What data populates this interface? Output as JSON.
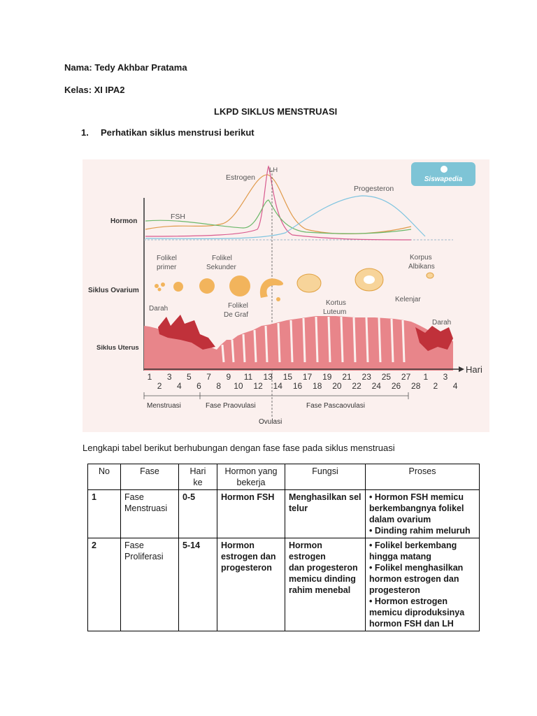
{
  "header": {
    "name": "Nama: Tedy Akhbar Pratama",
    "class": "Kelas: XI IPA2",
    "title": "LKPD SIKLUS MENSTRUASI",
    "question_number": "1.",
    "question": "Perhatikan siklus menstrusi berikut"
  },
  "diagram": {
    "brand": "Siswapedia",
    "row_labels": {
      "hormon": "Hormon",
      "ovarium": "Siklus Ovarium",
      "uterus": "Siklus Uterus"
    },
    "hormones": {
      "estrogen": "Estrogen",
      "lh": "LH",
      "progesteron": "Progesteron",
      "fsh": "FSH"
    },
    "stages": {
      "folikel_primer": [
        "Folikel",
        "primer"
      ],
      "folikel_sekunder": [
        "Folikel",
        "Sekunder"
      ],
      "folikel_de_graf": [
        "Folikel",
        "De Graf"
      ],
      "korpus_luteum": [
        "Kortus",
        "Luteum"
      ],
      "korpus_albikans": [
        "Korpus",
        "Albikans"
      ],
      "darah_left": "Darah",
      "darah_right": "Darah",
      "kelenjar": "Kelenjar"
    },
    "axis_label": "Hari",
    "days_top": [
      "1",
      "3",
      "5",
      "7",
      "9",
      "11",
      "13",
      "15",
      "17",
      "19",
      "21",
      "23",
      "25",
      "27",
      "1",
      "3"
    ],
    "days_bottom": [
      "2",
      "4",
      "6",
      "8",
      "10",
      "12",
      "14",
      "16",
      "18",
      "20",
      "22",
      "24",
      "26",
      "28",
      "2",
      "4"
    ],
    "phases": {
      "menstruasi": "Menstruasi",
      "praovulasi": "Fase Praovulasi",
      "pascaovulasi": "Fase Pascaovulasi",
      "ovulasi": "Ovulasi"
    },
    "colors": {
      "estrogen": "#e09a4a",
      "lh": "#d85a8e",
      "progesteron": "#7ec4e0",
      "fsh": "#6cb86a",
      "uterus": "#e8858a",
      "follicle": "#f2b45c",
      "blood": "#c0313a",
      "background": "#fbf0ee"
    }
  },
  "instruction": "Lengkapi  tabel berikut  berhubungan dengan fase fase  pada siklus menstruasi",
  "table": {
    "headers": {
      "no": "No",
      "fase": "Fase",
      "hari": [
        "Hari",
        "ke"
      ],
      "hormon": [
        "Hormon yang",
        "bekerja"
      ],
      "fungsi": "Fungsi",
      "proses": "Proses"
    },
    "rows": [
      {
        "no": "1",
        "fase": [
          "Fase",
          "Menstruasi"
        ],
        "hari": "0-5",
        "hormon": [
          "Hormon FSH"
        ],
        "fungsi": [
          "Menghasilkan sel",
          "telur"
        ],
        "proses": [
          "• Hormon FSH memicu",
          "berkembangnya folikel",
          "dalam ovarium",
          "• Dinding rahim meluruh"
        ]
      },
      {
        "no": "2",
        "fase": [
          "Fase",
          "Proliferasi"
        ],
        "hari": "5-14",
        "hormon": [
          "Hormon",
          "estrogen dan",
          "progesteron"
        ],
        "fungsi": [
          "Hormon estrogen",
          "dan progesteron",
          "memicu dinding",
          "rahim menebal"
        ],
        "proses": [
          "• Folikel berkembang",
          "hingga matang",
          "• Folikel menghasilkan",
          "hormon estrogen dan",
          "progesteron",
          "• Hormon estrogen",
          "memicu diproduksinya",
          "hormon FSH dan LH"
        ]
      }
    ]
  }
}
